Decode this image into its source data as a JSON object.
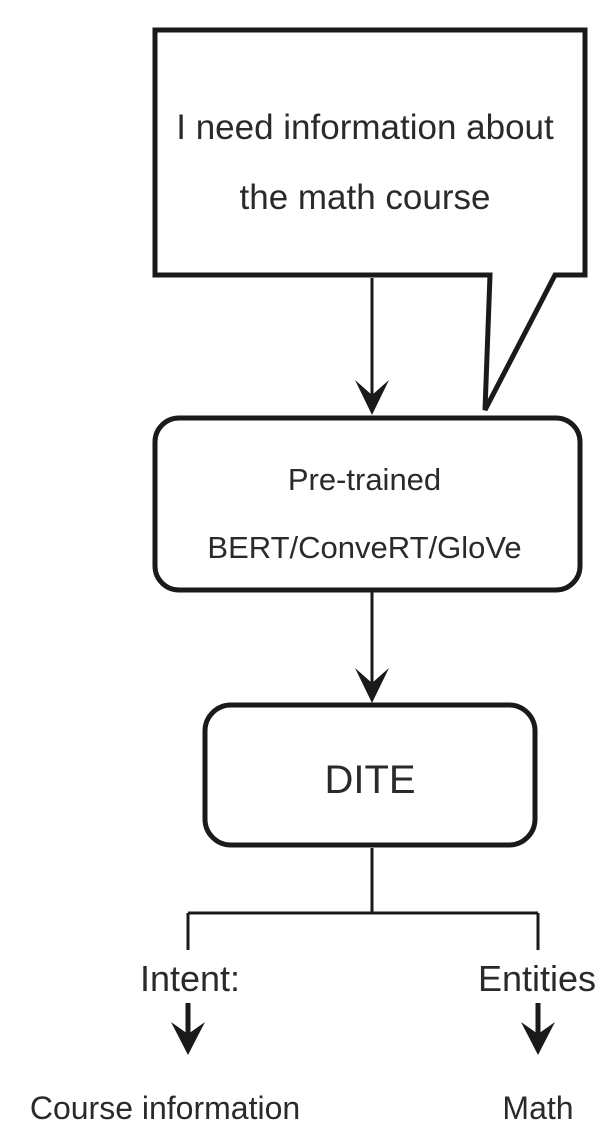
{
  "speech_bubble": {
    "lines": [
      "I need information about",
      "the math  course"
    ]
  },
  "model_box": {
    "lines": [
      "Pre-trained",
      "BERT/ConveRT/GloVe"
    ]
  },
  "dite_box": {
    "label": "DITE"
  },
  "outputs": {
    "intent": {
      "label": "Intent:",
      "value": "Course information"
    },
    "entities": {
      "label": "Entities",
      "value": "Math"
    }
  },
  "colors": {
    "stroke": "#1a1a1a",
    "text": "#2a2a2a",
    "background": "#ffffff"
  }
}
